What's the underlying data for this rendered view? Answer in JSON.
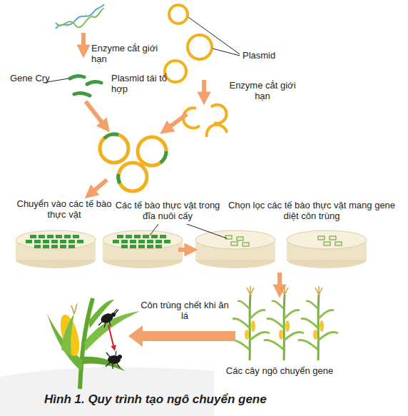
{
  "diagram": {
    "caption": "Hình 1. Quy trình tạo ngô chuyển gene",
    "labels": [
      "Enzyme cắt giới hạn",
      "Gene Cry",
      "Plasmid tái tổ hợp",
      "Plasmid",
      "Enzyme cắt giới hạn",
      "Chuyển vào các tế bào thực vật",
      "Các tế bào thực vật trong đĩa nuôi cấy",
      "Chọn lọc các tế bào thực vật mang gene diệt côn trùng",
      "Côn trùng chết khi ăn lá",
      "Các cây ngô chuyển gene"
    ]
  }
}
